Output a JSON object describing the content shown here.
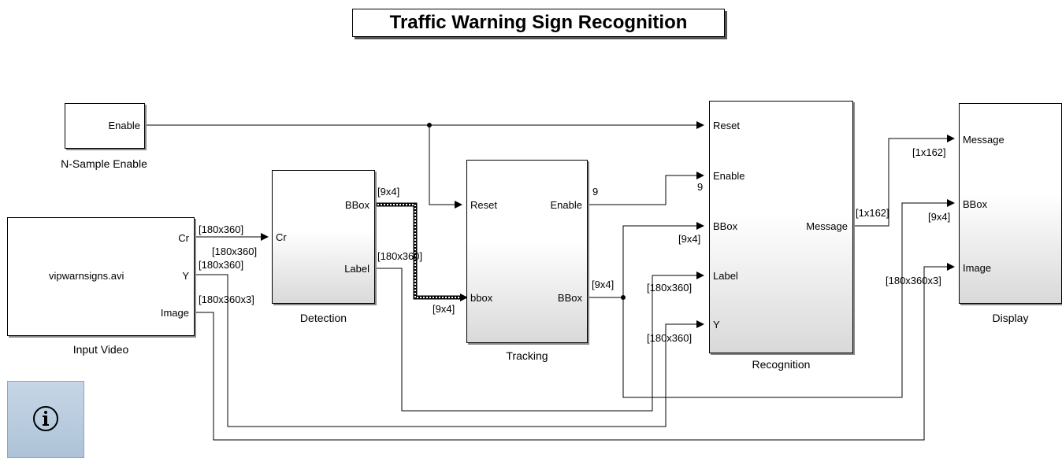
{
  "title": "Traffic Warning Sign Recognition",
  "blocks": {
    "nsample": {
      "caption": "N-Sample Enable",
      "out_enable": "Enable"
    },
    "input": {
      "caption": "Input Video",
      "center": "vipwarnsigns.avi",
      "out_cr": "Cr",
      "out_y": "Y",
      "out_image": "Image"
    },
    "detection": {
      "caption": "Detection",
      "in_cr": "Cr",
      "out_bbox": "BBox",
      "out_label": "Label"
    },
    "tracking": {
      "caption": "Tracking",
      "in_reset": "Reset",
      "in_bbox": "bbox",
      "out_enable": "Enable",
      "out_bbox": "BBox"
    },
    "recognition": {
      "caption": "Recognition",
      "in_reset": "Reset",
      "in_enable": "Enable",
      "in_bbox": "BBox",
      "in_label": "Label",
      "in_y": "Y",
      "out_message": "Message"
    },
    "display": {
      "caption": "Display",
      "in_message": "Message",
      "in_bbox": "BBox",
      "in_image": "Image"
    }
  },
  "signal_labels": {
    "cr_out": "[180x360]",
    "cr_in": "[180x360]",
    "y_out": "[180x360]",
    "image_out": "[180x360x3]",
    "bbox_det": "[9x4]",
    "label_det": "[180x360]",
    "bbox_track_in": "[9x4]",
    "enable_track": "9",
    "enable_rec_in": "9",
    "bbox_track_out": "[9x4]",
    "bbox_rec_in": "[9x4]",
    "label_rec_in": "[180x360]",
    "y_rec_in": "[180x360]",
    "message_out": "[1x162]",
    "message_disp_in": "[1x162]",
    "bbox_disp_in": "[9x4]",
    "image_disp_in": "[180x360x3]"
  },
  "icons": {
    "info_button": "info-icon"
  }
}
